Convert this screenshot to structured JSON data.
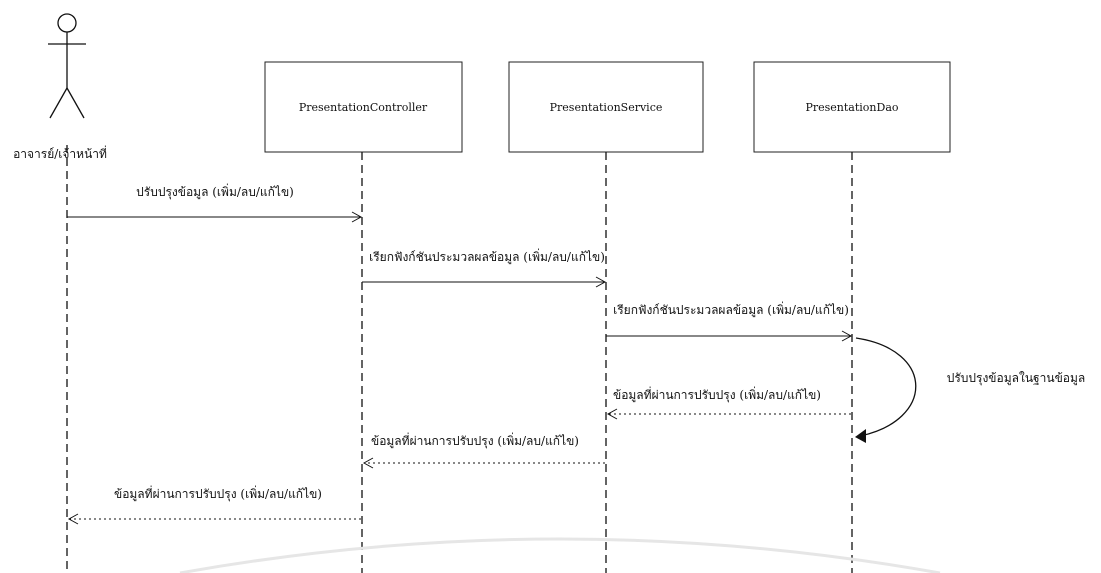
{
  "diagram": {
    "actor": {
      "label": "อาจารย์/เจ้าหน้าที่"
    },
    "participants": [
      {
        "id": "controller",
        "label": "PresentationController"
      },
      {
        "id": "service",
        "label": "PresentationService"
      },
      {
        "id": "dao",
        "label": "PresentationDao"
      }
    ],
    "messages": [
      {
        "id": "m1",
        "label": "ปรับปรุงข้อมูล (เพิ่ม/ลบ/แก้ไข)",
        "kind": "call"
      },
      {
        "id": "m2",
        "label": "เรียกฟังก์ชันประมวลผลข้อมูล (เพิ่ม/ลบ/แก้ไข)",
        "kind": "call"
      },
      {
        "id": "m3",
        "label": "เรียกฟังก์ชันประมวลผลข้อมูล (เพิ่ม/ลบ/แก้ไข)",
        "kind": "call"
      },
      {
        "id": "m4",
        "label": "ปรับปรุงข้อมูลในฐานข้อมูล",
        "kind": "self"
      },
      {
        "id": "m5",
        "label": "ข้อมูลที่ผ่านการปรับปรุง (เพิ่ม/ลบ/แก้ไข)",
        "kind": "return"
      },
      {
        "id": "m6",
        "label": "ข้อมูลที่ผ่านการปรับปรุง (เพิ่ม/ลบ/แก้ไข)",
        "kind": "return"
      },
      {
        "id": "m7",
        "label": "ข้อมูลที่ผ่านการปรับปรุง (เพิ่ม/ลบ/แก้ไข)",
        "kind": "return"
      }
    ]
  }
}
